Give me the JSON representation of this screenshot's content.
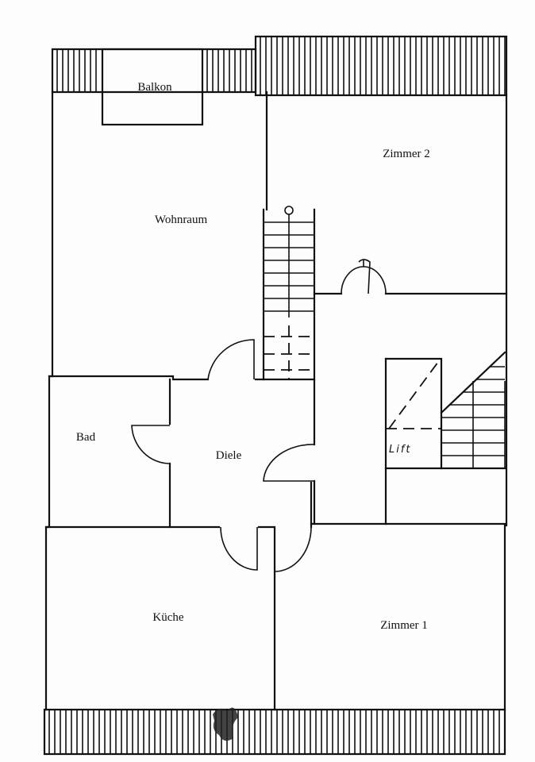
{
  "rooms": {
    "balkon": "Balkon",
    "zimmer2": "Zimmer 2",
    "wohnraum": "Wohnraum",
    "bad": "Bad",
    "diele": "Diele",
    "kueche": "Küche",
    "zimmer1": "Zimmer 1",
    "lift": "Lift"
  }
}
